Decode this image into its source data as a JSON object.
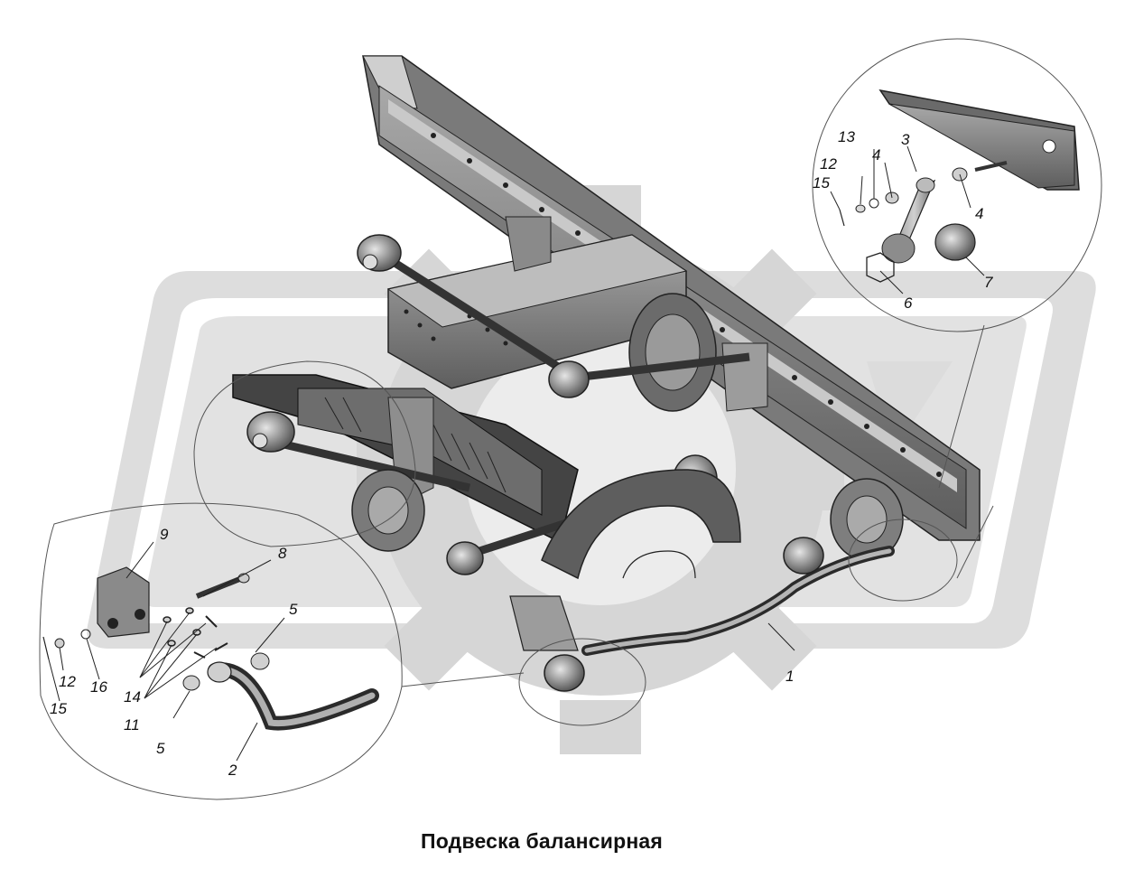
{
  "caption": "Подвеска балансирная",
  "callouts": {
    "n1": "1",
    "n2": "2",
    "n3": "3",
    "n4a": "4",
    "n4b": "4",
    "n5a": "5",
    "n5b": "5",
    "n6": "6",
    "n7": "7",
    "n8": "8",
    "n9": "9",
    "n11": "11",
    "n12a": "12",
    "n12b": "12",
    "n13": "13",
    "n14": "14",
    "n15a": "15",
    "n15b": "15",
    "n16": "16"
  },
  "colors": {
    "watermark": "#dcdcdc",
    "watermark_inner": "#ececec",
    "metal_dark": "#5a5a5a",
    "metal_mid": "#8c8c8c",
    "metal_light": "#b8b8b8",
    "outline": "#222222"
  }
}
